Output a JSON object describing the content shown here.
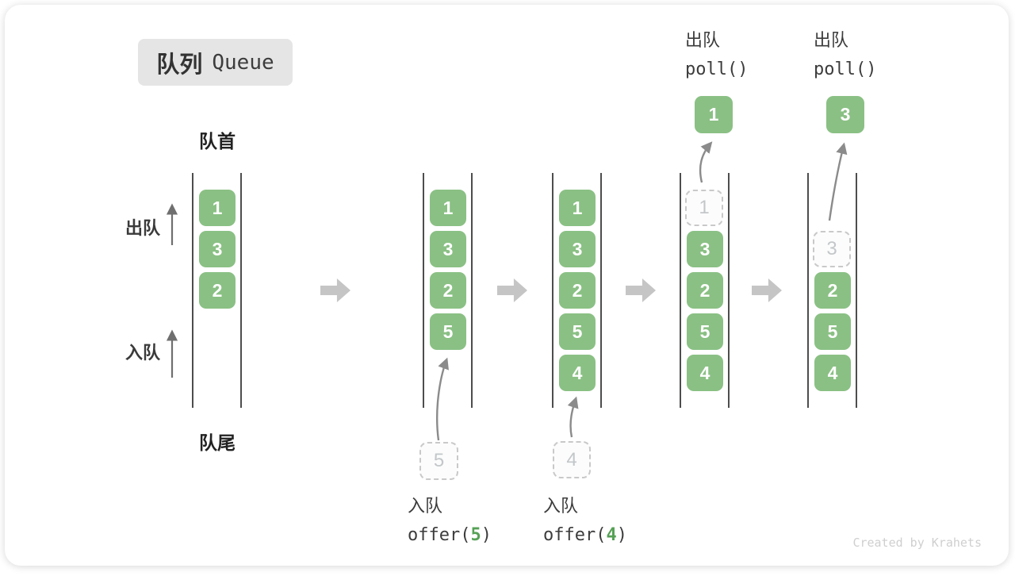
{
  "title": {
    "zh": "队列",
    "en": "Queue"
  },
  "labels": {
    "front": "队首",
    "rear": "队尾",
    "dequeue": "出队",
    "enqueue": "入队"
  },
  "watermark": "Created by Krahets",
  "colors": {
    "item_green": "#8ac084",
    "code_arg_green": "#56a156",
    "flow_arrow_grey": "#c5c5c5",
    "column_line": "#4d4d4d",
    "dashed_border": "#c9c9c9",
    "dashed_text": "#c3c7ca",
    "text_dark": "#3c3c3c",
    "watermark_grey": "#cfcfcf"
  },
  "stages": [
    {
      "slots": [
        {
          "value": "1",
          "state": "filled"
        },
        {
          "value": "3",
          "state": "filled"
        },
        {
          "value": "2",
          "state": "filled"
        }
      ]
    },
    {
      "slots": [
        {
          "value": "1",
          "state": "filled"
        },
        {
          "value": "3",
          "state": "filled"
        },
        {
          "value": "2",
          "state": "filled"
        },
        {
          "value": "5",
          "state": "filled"
        }
      ],
      "incoming": "5",
      "caption": {
        "action": "入队",
        "code_prefix": "offer(",
        "code_arg": "5",
        "code_suffix": ")"
      }
    },
    {
      "slots": [
        {
          "value": "1",
          "state": "filled"
        },
        {
          "value": "3",
          "state": "filled"
        },
        {
          "value": "2",
          "state": "filled"
        },
        {
          "value": "5",
          "state": "filled"
        },
        {
          "value": "4",
          "state": "filled"
        }
      ],
      "incoming": "4",
      "caption": {
        "action": "入队",
        "code_prefix": "offer(",
        "code_arg": "4",
        "code_suffix": ")"
      }
    },
    {
      "slots": [
        {
          "value": "1",
          "state": "dashed"
        },
        {
          "value": "3",
          "state": "filled"
        },
        {
          "value": "2",
          "state": "filled"
        },
        {
          "value": "5",
          "state": "filled"
        },
        {
          "value": "4",
          "state": "filled"
        }
      ],
      "out_value": "1",
      "caption": {
        "action": "出队",
        "code": "poll()"
      }
    },
    {
      "slots": [
        null,
        {
          "value": "3",
          "state": "dashed"
        },
        {
          "value": "2",
          "state": "filled"
        },
        {
          "value": "5",
          "state": "filled"
        },
        {
          "value": "4",
          "state": "filled"
        }
      ],
      "out_value": "3",
      "caption": {
        "action": "出队",
        "code": "poll()"
      }
    }
  ]
}
